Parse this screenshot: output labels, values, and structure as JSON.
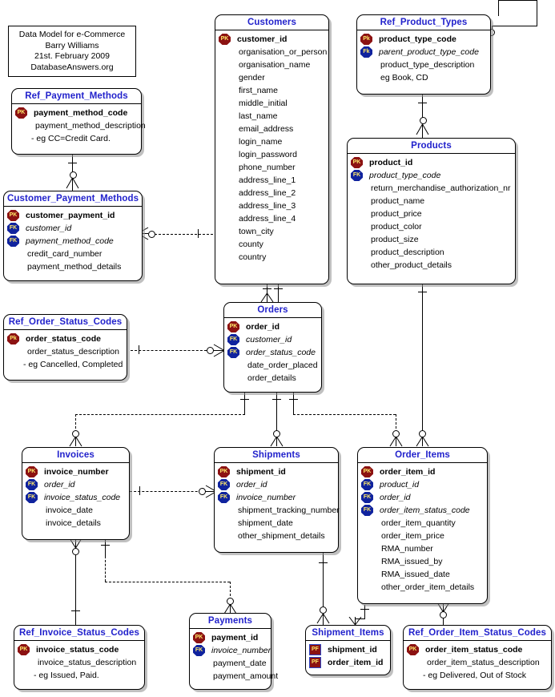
{
  "title_box": {
    "lines": [
      "Data Model for e-Commerce",
      "Barry Williams",
      "21st. February 2009",
      "DatabaseAnswers.org"
    ]
  },
  "legend": {
    "pk": "PK",
    "fk": "FK",
    "pk_alt": "Pk",
    "fk_alt": "Fk",
    "pf": "PF"
  },
  "entities": [
    {
      "id": "ref_payment_methods",
      "name": "Ref_Payment_Methods",
      "attributes": [
        {
          "key": "PK",
          "name": "payment_method_code"
        },
        {
          "key": "",
          "name": "payment_method_description"
        },
        {
          "key": "",
          "name": "- eg CC=Credit Card.",
          "note": true
        }
      ]
    },
    {
      "id": "customer_payment_methods",
      "name": "Customer_Payment_Methods",
      "attributes": [
        {
          "key": "PK",
          "name": "customer_payment_id"
        },
        {
          "key": "FK",
          "name": "customer_id"
        },
        {
          "key": "FK",
          "name": "payment_method_code"
        },
        {
          "key": "",
          "name": "credit_card_number"
        },
        {
          "key": "",
          "name": "payment_method_details"
        }
      ]
    },
    {
      "id": "customers",
      "name": "Customers",
      "attributes": [
        {
          "key": "PK",
          "name": "customer_id"
        },
        {
          "key": "",
          "name": "organisation_or_person"
        },
        {
          "key": "",
          "name": "organisation_name"
        },
        {
          "key": "",
          "name": "gender"
        },
        {
          "key": "",
          "name": "first_name"
        },
        {
          "key": "",
          "name": "middle_initial"
        },
        {
          "key": "",
          "name": "last_name"
        },
        {
          "key": "",
          "name": "email_address"
        },
        {
          "key": "",
          "name": "login_name"
        },
        {
          "key": "",
          "name": "login_password"
        },
        {
          "key": "",
          "name": "phone_number"
        },
        {
          "key": "",
          "name": "address_line_1"
        },
        {
          "key": "",
          "name": "address_line_2"
        },
        {
          "key": "",
          "name": "address_line_3"
        },
        {
          "key": "",
          "name": "address_line_4"
        },
        {
          "key": "",
          "name": "town_city"
        },
        {
          "key": "",
          "name": "county"
        },
        {
          "key": "",
          "name": "country"
        }
      ]
    },
    {
      "id": "ref_product_types",
      "name": "Ref_Product_Types",
      "attributes": [
        {
          "key": "Pk",
          "name": "product_type_code"
        },
        {
          "key": "Fk",
          "name": "parent_product_type_code"
        },
        {
          "key": "",
          "name": "product_type_description"
        },
        {
          "key": "",
          "name": "eg Book, CD"
        }
      ]
    },
    {
      "id": "products",
      "name": "Products",
      "attributes": [
        {
          "key": "PK",
          "name": "product_id"
        },
        {
          "key": "FK",
          "name": "product_type_code"
        },
        {
          "key": "",
          "name": "return_merchandise_authorization_nr"
        },
        {
          "key": "",
          "name": "product_name"
        },
        {
          "key": "",
          "name": "product_price"
        },
        {
          "key": "",
          "name": "product_color"
        },
        {
          "key": "",
          "name": "product_size"
        },
        {
          "key": "",
          "name": "product_description"
        },
        {
          "key": "",
          "name": "other_product_details"
        }
      ]
    },
    {
      "id": "ref_order_status_codes",
      "name": "Ref_Order_Status_Codes",
      "attributes": [
        {
          "key": "Pk",
          "name": "order_status_code"
        },
        {
          "key": "",
          "name": "order_status_description"
        },
        {
          "key": "",
          "name": "- eg Cancelled, Completed",
          "note": true
        }
      ]
    },
    {
      "id": "orders",
      "name": "Orders",
      "attributes": [
        {
          "key": "PK",
          "name": "order_id"
        },
        {
          "key": "FK",
          "name": "customer_id"
        },
        {
          "key": "FK",
          "name": "order_status_code"
        },
        {
          "key": "",
          "name": "date_order_placed"
        },
        {
          "key": "",
          "name": "order_details"
        }
      ]
    },
    {
      "id": "invoices",
      "name": "Invoices",
      "attributes": [
        {
          "key": "PK",
          "name": "invoice_number"
        },
        {
          "key": "FK",
          "name": "order_id"
        },
        {
          "key": "FK",
          "name": "invoice_status_code"
        },
        {
          "key": "",
          "name": "invoice_date"
        },
        {
          "key": "",
          "name": "invoice_details"
        }
      ]
    },
    {
      "id": "shipments",
      "name": "Shipments",
      "attributes": [
        {
          "key": "PK",
          "name": "shipment_id"
        },
        {
          "key": "FK",
          "name": "order_id"
        },
        {
          "key": "FK",
          "name": "invoice_number"
        },
        {
          "key": "",
          "name": "shipment_tracking_number"
        },
        {
          "key": "",
          "name": "shipment_date"
        },
        {
          "key": "",
          "name": "other_shipment_details"
        }
      ]
    },
    {
      "id": "order_items",
      "name": "Order_Items",
      "attributes": [
        {
          "key": "PK",
          "name": "order_item_id"
        },
        {
          "key": "FK",
          "name": "product_id"
        },
        {
          "key": "FK",
          "name": "order_id"
        },
        {
          "key": "FK",
          "name": "order_item_status_code"
        },
        {
          "key": "",
          "name": "order_item_quantity"
        },
        {
          "key": "",
          "name": "order_item_price"
        },
        {
          "key": "",
          "name": "RMA_number"
        },
        {
          "key": "",
          "name": "RMA_issued_by"
        },
        {
          "key": "",
          "name": "RMA_issued_date"
        },
        {
          "key": "",
          "name": "other_order_item_details"
        }
      ]
    },
    {
      "id": "ref_invoice_status_codes",
      "name": "Ref_Invoice_Status_Codes",
      "attributes": [
        {
          "key": "PK",
          "name": "invoice_status_code"
        },
        {
          "key": "",
          "name": "invoice_status_description"
        },
        {
          "key": "",
          "name": "- eg Issued, Paid.",
          "note": true
        }
      ]
    },
    {
      "id": "payments",
      "name": "Payments",
      "attributes": [
        {
          "key": "PK",
          "name": "payment_id"
        },
        {
          "key": "FK",
          "name": "invoice_number"
        },
        {
          "key": "",
          "name": "payment_date"
        },
        {
          "key": "",
          "name": "payment_amount"
        }
      ]
    },
    {
      "id": "shipment_items",
      "name": "Shipment_Items",
      "attributes": [
        {
          "key": "PF",
          "name": "shipment_id"
        },
        {
          "key": "PF",
          "name": "order_item_id"
        }
      ]
    },
    {
      "id": "ref_order_item_status_codes",
      "name": "Ref_Order_Item_Status_Codes",
      "attributes": [
        {
          "key": "PK",
          "name": "order_item_status_code"
        },
        {
          "key": "",
          "name": "order_item_status_description"
        },
        {
          "key": "",
          "name": "- eg Delivered, Out of Stock",
          "note": true
        }
      ]
    }
  ],
  "colors": {
    "entity_title": "#2222cc",
    "pk_badge": "#8c1212",
    "fk_badge": "#10239e",
    "badge_text": "#ffe96a",
    "line": "#000000",
    "background": "#ffffff"
  }
}
